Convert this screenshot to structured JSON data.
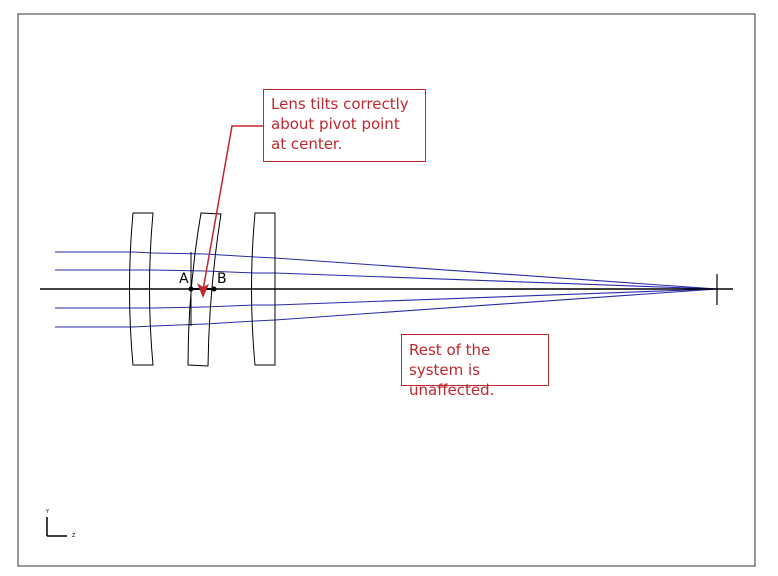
{
  "callouts": {
    "pivot": "Lens tilts correctly about pivot point at center.",
    "rest": "Rest of the system is unaffected."
  },
  "points": {
    "a": "A",
    "b": "B"
  },
  "axes": {
    "y": "Y",
    "z": "Z"
  },
  "colors": {
    "ray": "#2a2aa8",
    "callout": "#c0282f",
    "outline": "#000000"
  }
}
